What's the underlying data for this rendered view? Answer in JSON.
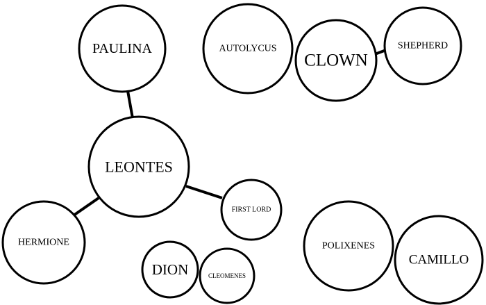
{
  "nodes": [
    {
      "id": "paulina",
      "label": "PAULINA"
    },
    {
      "id": "leontes",
      "label": "LEONTES"
    },
    {
      "id": "hermione",
      "label": "HERMIONE"
    },
    {
      "id": "first-lord",
      "label": "FIRST LORD"
    },
    {
      "id": "dion",
      "label": "DION"
    },
    {
      "id": "cleomenes",
      "label": "CLEOMENES"
    },
    {
      "id": "autolycus",
      "label": "AUTOLYCUS"
    },
    {
      "id": "clown",
      "label": "CLOWN"
    },
    {
      "id": "shepherd",
      "label": "SHEPHERD"
    },
    {
      "id": "polixenes",
      "label": "POLIXENES"
    },
    {
      "id": "camillo",
      "label": "CAMILLO"
    }
  ],
  "edges": [
    {
      "from": "paulina",
      "to": "leontes"
    },
    {
      "from": "leontes",
      "to": "hermione"
    },
    {
      "from": "leontes",
      "to": "first-lord"
    },
    {
      "from": "clown",
      "to": "shepherd"
    }
  ]
}
